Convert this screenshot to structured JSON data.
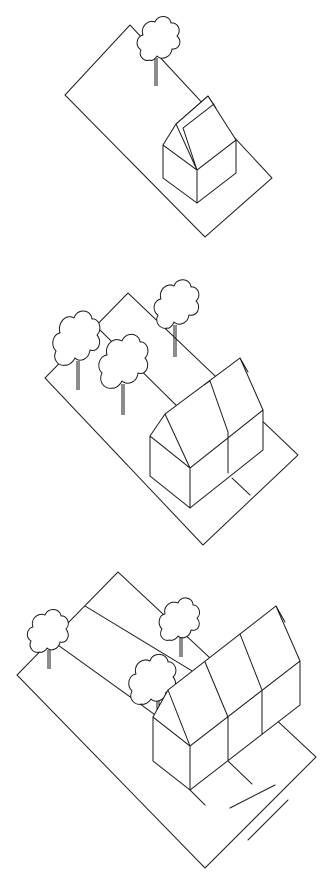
{
  "figure": {
    "panels": [
      {
        "id": "single-plot",
        "units": 1,
        "trees": 1
      },
      {
        "id": "double-plot",
        "units": 2,
        "trees": 3
      },
      {
        "id": "triple-plot",
        "units": 3,
        "trees": 3
      }
    ],
    "colors": {
      "line": "#1a1a1a",
      "background": "#ffffff"
    }
  }
}
